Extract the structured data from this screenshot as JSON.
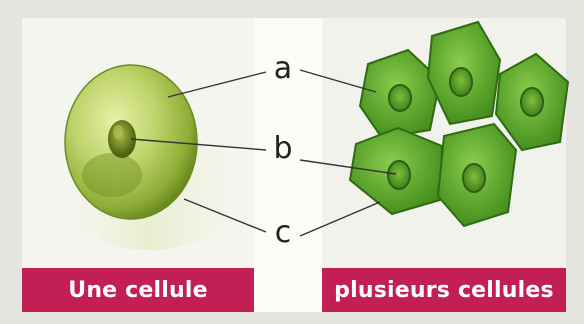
{
  "labels": {
    "a": "a",
    "b": "b",
    "c": "c"
  },
  "captions": {
    "left": "Une cellule",
    "right": "plusieurs cellules"
  },
  "colors": {
    "caption_bg": "#c21f56",
    "cell_light": "#c9dd7a",
    "cell_dark": "#5b7d16",
    "multi_cell_fill": "#5fa82c",
    "multi_cell_border": "#2f6b12"
  }
}
